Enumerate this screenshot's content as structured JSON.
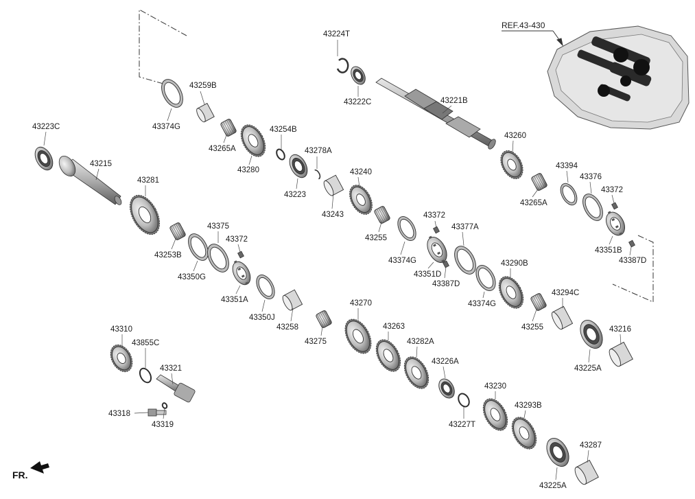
{
  "ref_label": "REF.43-430",
  "front_label": "FR.",
  "icons": {
    "front_arrow": "arrow-left-icon"
  },
  "parts": [
    {
      "id": "p43224T",
      "label": "43224T"
    },
    {
      "id": "p43222C",
      "label": "43222C"
    },
    {
      "id": "p43221B",
      "label": "43221B"
    },
    {
      "id": "p43259B",
      "label": "43259B"
    },
    {
      "id": "p43374G_a",
      "label": "43374G"
    },
    {
      "id": "p43265A_a",
      "label": "43265A"
    },
    {
      "id": "p43280",
      "label": "43280"
    },
    {
      "id": "p43254B",
      "label": "43254B"
    },
    {
      "id": "p43278A",
      "label": "43278A"
    },
    {
      "id": "p43223",
      "label": "43223"
    },
    {
      "id": "p43223C",
      "label": "43223C"
    },
    {
      "id": "p43215",
      "label": "43215"
    },
    {
      "id": "p43281",
      "label": "43281"
    },
    {
      "id": "p43240",
      "label": "43240"
    },
    {
      "id": "p43243",
      "label": "43243"
    },
    {
      "id": "p43260",
      "label": "43260"
    },
    {
      "id": "p43265A_b",
      "label": "43265A"
    },
    {
      "id": "p43394",
      "label": "43394"
    },
    {
      "id": "p43376",
      "label": "43376"
    },
    {
      "id": "p43372_a",
      "label": "43372"
    },
    {
      "id": "p43351B",
      "label": "43351B"
    },
    {
      "id": "p43387D_a",
      "label": "43387D"
    },
    {
      "id": "p43255_a",
      "label": "43255"
    },
    {
      "id": "p43374G_b",
      "label": "43374G"
    },
    {
      "id": "p43372_b",
      "label": "43372"
    },
    {
      "id": "p43377A",
      "label": "43377A"
    },
    {
      "id": "p43351D",
      "label": "43351D"
    },
    {
      "id": "p43387D_b",
      "label": "43387D"
    },
    {
      "id": "p43375",
      "label": "43375"
    },
    {
      "id": "p43372_c",
      "label": "43372"
    },
    {
      "id": "p43253B",
      "label": "43253B"
    },
    {
      "id": "p43350G",
      "label": "43350G"
    },
    {
      "id": "p43351A",
      "label": "43351A"
    },
    {
      "id": "p43350J",
      "label": "43350J"
    },
    {
      "id": "p43258",
      "label": "43258"
    },
    {
      "id": "p43290B",
      "label": "43290B"
    },
    {
      "id": "p43374G_c",
      "label": "43374G"
    },
    {
      "id": "p43294C",
      "label": "43294C"
    },
    {
      "id": "p43255_b",
      "label": "43255"
    },
    {
      "id": "p43270",
      "label": "43270"
    },
    {
      "id": "p43275",
      "label": "43275"
    },
    {
      "id": "p43263",
      "label": "43263"
    },
    {
      "id": "p43282A",
      "label": "43282A"
    },
    {
      "id": "p43226A",
      "label": "43226A"
    },
    {
      "id": "p43227T",
      "label": "43227T"
    },
    {
      "id": "p43216",
      "label": "43216"
    },
    {
      "id": "p43225A_a",
      "label": "43225A"
    },
    {
      "id": "p43230",
      "label": "43230"
    },
    {
      "id": "p43293B",
      "label": "43293B"
    },
    {
      "id": "p43287",
      "label": "43287"
    },
    {
      "id": "p43225A_b",
      "label": "43225A"
    },
    {
      "id": "p43310",
      "label": "43310"
    },
    {
      "id": "p43855C",
      "label": "43855C"
    },
    {
      "id": "p43321",
      "label": "43321"
    },
    {
      "id": "p43318",
      "label": "43318"
    },
    {
      "id": "p43319",
      "label": "43319"
    }
  ]
}
